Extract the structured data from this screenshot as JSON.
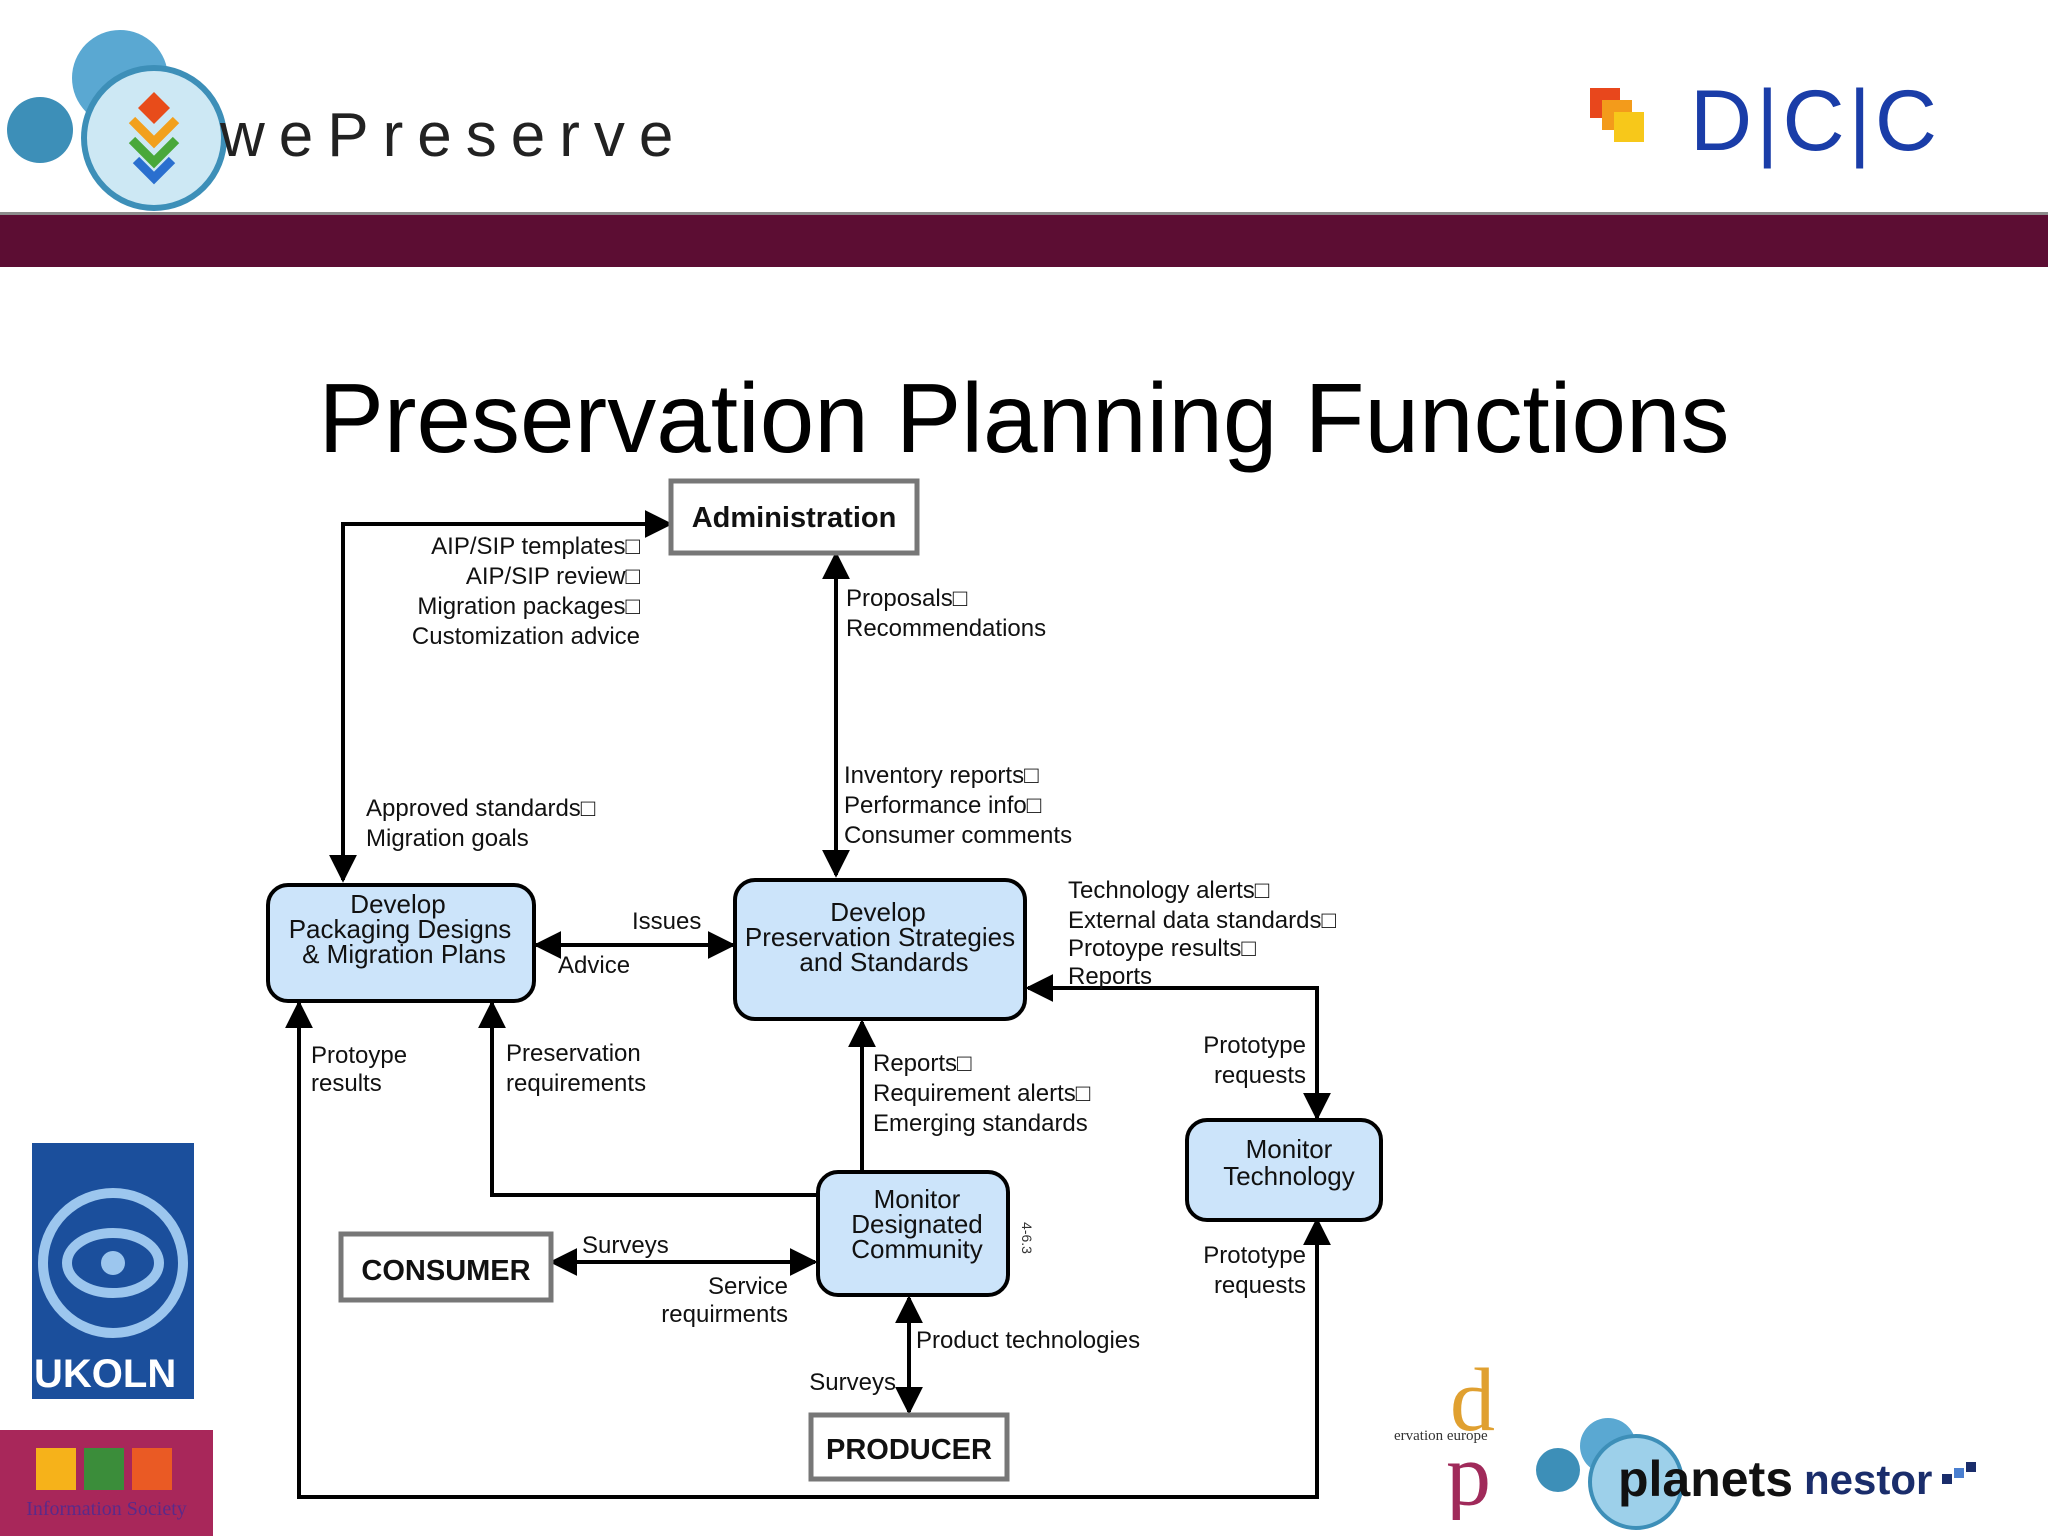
{
  "header": {
    "logo_text": "wePreserve",
    "partner_logo_text": "D|C|C"
  },
  "slide": {
    "title": "Preservation Planning Functions"
  },
  "diagram": {
    "boxes": {
      "administration": "Administration",
      "develop_packaging": [
        "Develop",
        "Packaging Designs",
        "& Migration Plans"
      ],
      "develop_preservation": [
        "Develop",
        "Preservation Strategies",
        "and Standards"
      ],
      "monitor_community": [
        "Monitor",
        "Designated",
        "Community"
      ],
      "monitor_technology": [
        "Monitor",
        "Technology"
      ],
      "consumer": "CONSUMER",
      "producer": "PRODUCER",
      "figure_id": "4-6.3"
    },
    "flows": {
      "aip_sip": [
        "AIP/SIP templates□",
        "AIP/SIP review□",
        "Migration  packages□",
        "Customization advice"
      ],
      "proposals": [
        "Proposals□",
        "Recommendations"
      ],
      "approved": [
        "Approved standards□",
        "Migration goals"
      ],
      "inventory": [
        "Inventory reports□",
        "Performance info□",
        "Consumer comments"
      ],
      "issues": "Issues",
      "advice": "Advice",
      "tech_alerts": [
        "Technology alerts□",
        "External data standards□",
        "Protoype results□",
        "Reports"
      ],
      "protoype_results": [
        "Protoype",
        "results"
      ],
      "preservation_req": [
        "Preservation",
        "requirements"
      ],
      "reports_req": [
        "Reports□",
        "Requirement alerts□",
        "Emerging standards"
      ],
      "prototype_requests_top": [
        "Prototype",
        "requests"
      ],
      "prototype_requests_bottom": [
        "Prototype",
        "requests"
      ],
      "surveys_consumer": "Surveys",
      "service_req": [
        "Service",
        "requirments"
      ],
      "product_tech": "Product  technologies",
      "surveys_producer": "Surveys"
    }
  },
  "footer_logos": {
    "ukoln": "UKOLN",
    "information_society": "Information Society",
    "dpe": "ervation europe",
    "planets": "planets",
    "nestor": "nestor"
  },
  "colors": {
    "brand_bar": "#5c0d33",
    "box_fill": "#cce4fa",
    "dcc_blue": "#1a3da8"
  }
}
